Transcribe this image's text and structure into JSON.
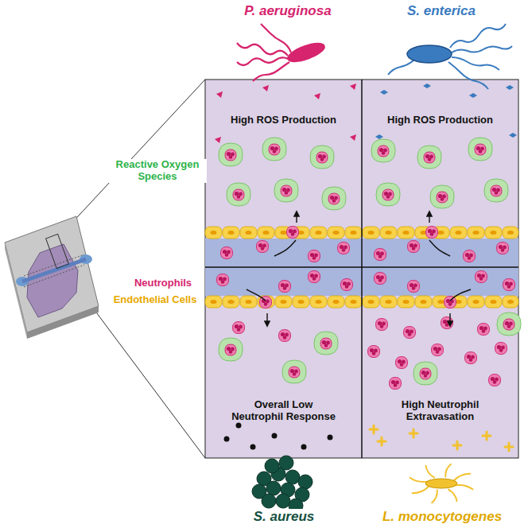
{
  "diagram": {
    "nodes": [
      {
        "text": [
          "High ROS Production"
        ]
      },
      {
        "text": [
          "High ROS Production"
        ]
      },
      {
        "text": [
          "Overall Low Neutrophil Response"
        ]
      },
      {
        "text": [
          "High Neutrophil Extravasation"
        ]
      }
    ],
    "labels": [
      "P. aeruginosa",
      "S. enterica",
      "Reactive Oxygen Species",
      "Neutrophils",
      "Endothelial Cells",
      "S. aureus",
      "L. monocytogenes"
    ]
  }
}
